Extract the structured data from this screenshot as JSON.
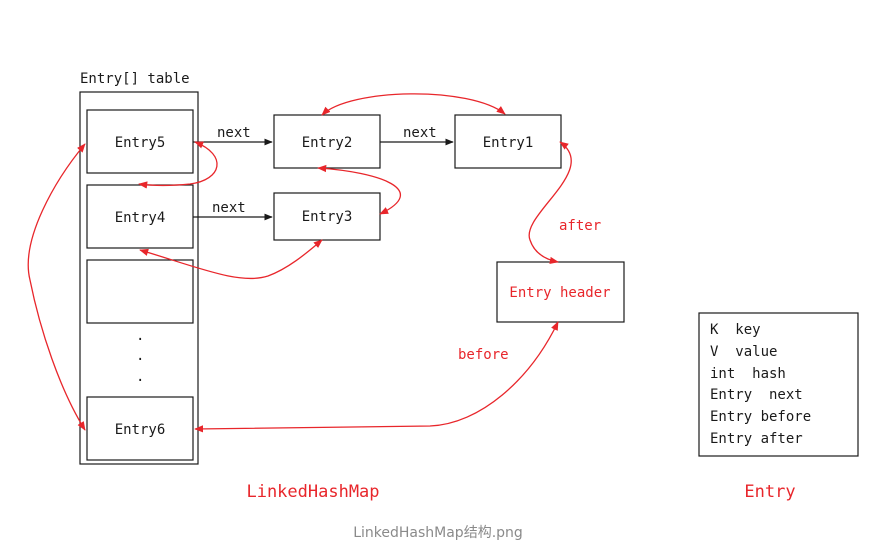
{
  "table": {
    "label": "Entry[] table",
    "slots": [
      "Entry5",
      "Entry4",
      "",
      "Entry6"
    ],
    "dots": [
      ".",
      ".",
      "."
    ]
  },
  "chain_nodes": {
    "entry2": "Entry2",
    "entry1": "Entry1",
    "entry3": "Entry3",
    "header": "Entry header"
  },
  "links": {
    "next_5_2": "next",
    "next_2_1": "next",
    "next_4_3": "next",
    "after": "after",
    "before": "before"
  },
  "entry_fields": [
    "K  key",
    "V  value",
    "int  hash",
    "Entry  next",
    "Entry before",
    "Entry after"
  ],
  "titles": {
    "linkedhashmap": "LinkedHashMap",
    "entry": "Entry"
  },
  "caption": "LinkedHashMap结构.png",
  "colors": {
    "line": "#1a1a1a",
    "accent": "#e8262b",
    "caption": "#8a8a8a",
    "box_fill": "#ffffff"
  }
}
